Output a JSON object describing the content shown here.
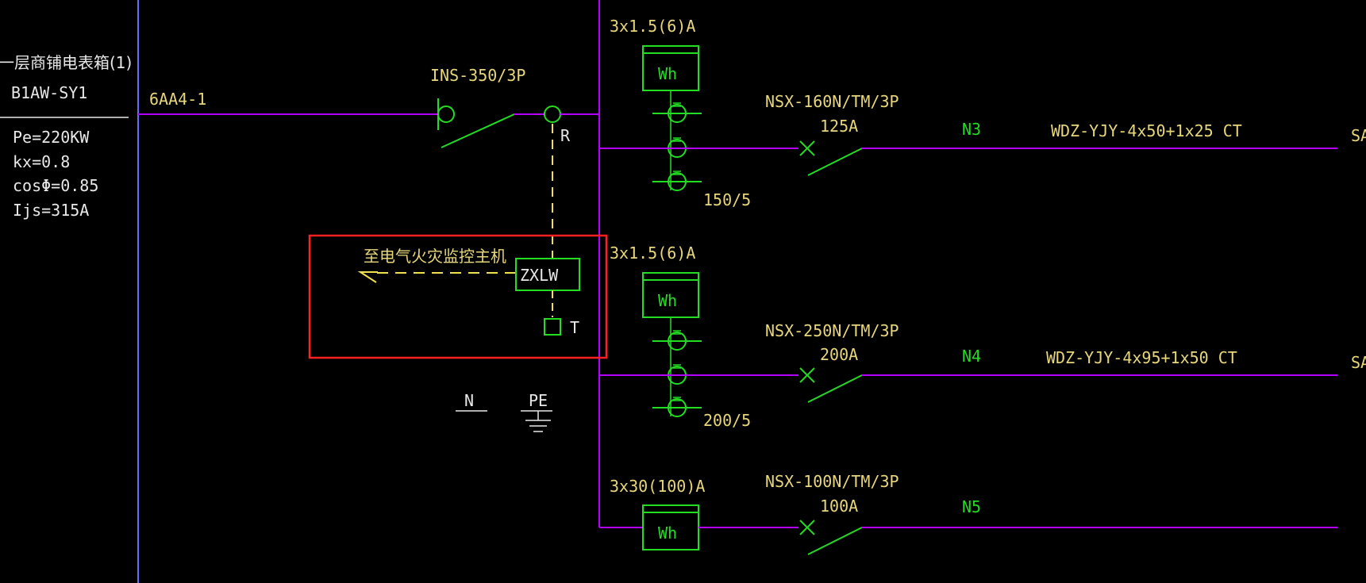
{
  "colors": {
    "background": "#000000",
    "bus_line": "#b400ff",
    "frame_line": "#6a6aff",
    "equipment": "#22dd22",
    "text_yellow": "#e8d77a",
    "text_white": "#e8e8e8",
    "signal_dashed": "#f0e050",
    "highlight_box": "#ff2020"
  },
  "panel": {
    "title": "一层商铺电表箱(1)",
    "code": "B1AW-SY1",
    "pe": "Pe=220KW",
    "kx": "kx=0.8",
    "cos": "cosΦ=0.85",
    "ijs": "Ijs=315A"
  },
  "incoming": {
    "feeder_label": "6AA4-1",
    "breaker_label": "INS-350/3P",
    "r_label": "R"
  },
  "monitor": {
    "note": "至电气火灾监控主机",
    "device_label": "ZXLW",
    "t_label": "T"
  },
  "bus_labels": {
    "n": "N",
    "pe": "PE"
  },
  "branches": [
    {
      "meter_spec": "3x1.5(6)A",
      "meter_label": "Wh",
      "breaker_model": "NSX-160N/TM/3P",
      "breaker_rating": "125A",
      "circuit": "N3",
      "cable": "WDZ-YJY-4x50+1x25  CT",
      "ct_ratio": "150/5",
      "dest": "SA"
    },
    {
      "meter_spec": "3x1.5(6)A",
      "meter_label": "Wh",
      "breaker_model": "NSX-250N/TM/3P",
      "breaker_rating": "200A",
      "circuit": "N4",
      "cable": "WDZ-YJY-4x95+1x50  CT",
      "ct_ratio": "200/5",
      "dest": "SA"
    },
    {
      "meter_spec": "3x30(100)A",
      "meter_label": "Wh",
      "breaker_model": "NSX-100N/TM/3P",
      "breaker_rating": "100A",
      "circuit": "N5",
      "cable": "",
      "ct_ratio": "",
      "dest": ""
    }
  ]
}
